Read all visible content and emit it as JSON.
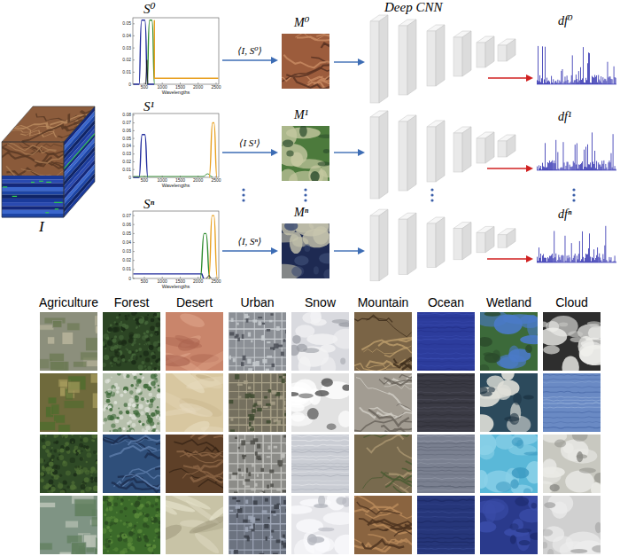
{
  "diagram": {
    "nodes": [
      {
        "text": [
          "I"
        ]
      },
      {
        "text": [
          "S⁰"
        ]
      },
      {
        "text": [
          "M⁰"
        ]
      },
      {
        "text": [
          "Deep CNN"
        ]
      },
      {
        "text": [
          "df⁰"
        ]
      },
      {
        "text": [
          "S¹"
        ]
      },
      {
        "text": [
          "M¹"
        ]
      },
      {
        "text": [
          "df¹"
        ]
      },
      {
        "text": [
          "Sⁿ"
        ]
      },
      {
        "text": [
          "Mⁿ"
        ]
      },
      {
        "text": [
          "dfⁿ"
        ]
      }
    ],
    "edges": [
      {
        "from": 1,
        "to": 2,
        "label": "⟨I, S⁰⟩",
        "arrow": "to"
      },
      {
        "from": 2,
        "to": 3,
        "arrow": "to"
      },
      {
        "from": 3,
        "to": 4,
        "arrow": "to"
      },
      {
        "from": 5,
        "to": 6,
        "label": "⟨I S¹⟩",
        "arrow": "to"
      },
      {
        "from": 8,
        "to": 9,
        "label": "⟨I, Sⁿ⟩",
        "arrow": "to"
      }
    ],
    "labels": [
      "0.05",
      "0.04",
      "0.03",
      "0.02",
      "0.01",
      "0",
      "500",
      "1000",
      "1500",
      "2000",
      "2500",
      "Wavelengths",
      "0.08",
      "0.07",
      "0.06",
      "0.05",
      "0.04",
      "0.03",
      "0.02",
      "0.01",
      "0",
      "500",
      "1000",
      "1500",
      "2000",
      "2500",
      "Wavelengths",
      "0.07",
      "0.06",
      "0.05",
      "0.04",
      "0.03",
      "0.02",
      "0.01",
      "0",
      "500",
      "1000",
      "1500",
      "2000",
      "2500",
      "Wavelengths",
      "Agriculture",
      "Forest",
      "Desert",
      "Urban",
      "Snow",
      "Mountain",
      "Ocean",
      "Wetland",
      "Cloud"
    ]
  }
}
